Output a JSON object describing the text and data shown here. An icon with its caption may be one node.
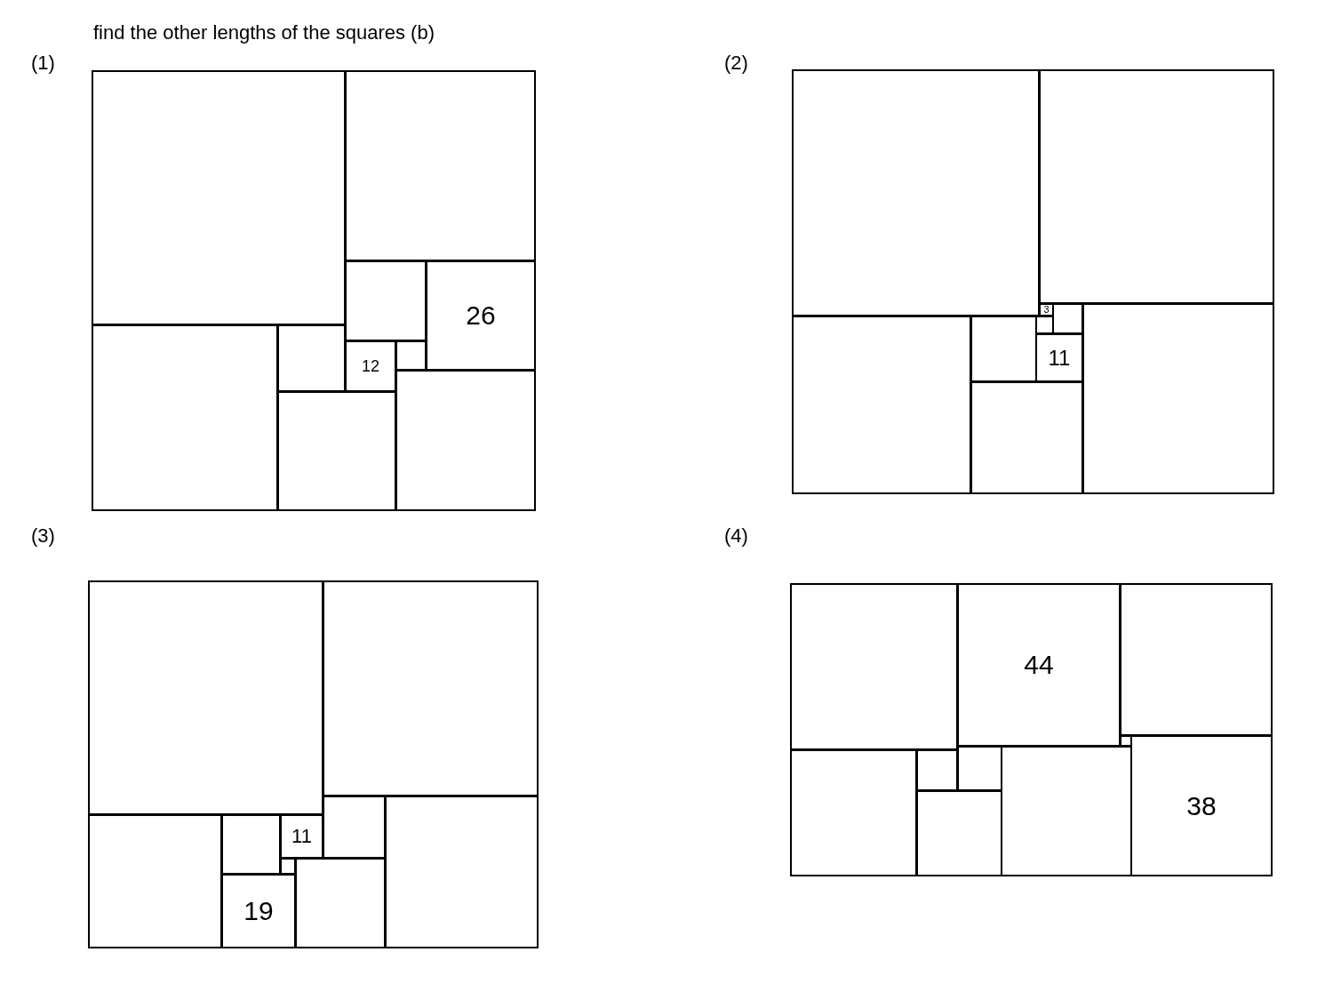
{
  "diagram": {
    "title": "find the other lengths of the squares (b)",
    "nodes": [
      {
        "text": [],
        "shape": "box"
      },
      {
        "text": [],
        "shape": "box"
      },
      {
        "text": [],
        "shape": "box"
      },
      {
        "text": [
          "26"
        ]
      },
      {
        "text": [],
        "shape": "box"
      },
      {
        "text": [],
        "shape": "box"
      },
      {
        "text": [
          "12"
        ]
      },
      {
        "text": [],
        "shape": "box"
      },
      {
        "text": [],
        "shape": "box"
      },
      {
        "text": [],
        "shape": "box"
      },
      {
        "text": [],
        "shape": "box"
      },
      {
        "text": [],
        "shape": "box"
      },
      {
        "text": [
          "3"
        ]
      },
      {
        "text": [],
        "shape": "box"
      },
      {
        "text": [],
        "shape": "box"
      },
      {
        "text": [],
        "shape": "box"
      },
      {
        "text": [],
        "shape": "box"
      },
      {
        "text": [],
        "shape": "box"
      },
      {
        "text": [
          "11"
        ]
      },
      {
        "text": [],
        "shape": "box"
      },
      {
        "text": [],
        "shape": "box"
      },
      {
        "text": [],
        "shape": "box"
      },
      {
        "text": [],
        "shape": "box"
      },
      {
        "text": [],
        "shape": "box"
      },
      {
        "text": [],
        "shape": "box"
      },
      {
        "text": [],
        "shape": "box"
      },
      {
        "text": [
          "11"
        ]
      },
      {
        "text": [],
        "shape": "box"
      },
      {
        "text": [],
        "shape": "box"
      },
      {
        "text": [
          "19"
        ]
      },
      {
        "text": [],
        "shape": "box"
      },
      {
        "text": [
          "44"
        ]
      },
      {
        "text": [],
        "shape": "box"
      },
      {
        "text": [],
        "shape": "box"
      },
      {
        "text": [
          "38"
        ]
      },
      {
        "text": [],
        "shape": "box"
      },
      {
        "text": [],
        "shape": "box"
      },
      {
        "text": [],
        "shape": "box"
      },
      {
        "text": [],
        "shape": "box"
      },
      {
        "text": [],
        "shape": "box"
      }
    ],
    "labels": [
      "(1)",
      "(2)",
      "(3)",
      "(4)"
    ]
  }
}
